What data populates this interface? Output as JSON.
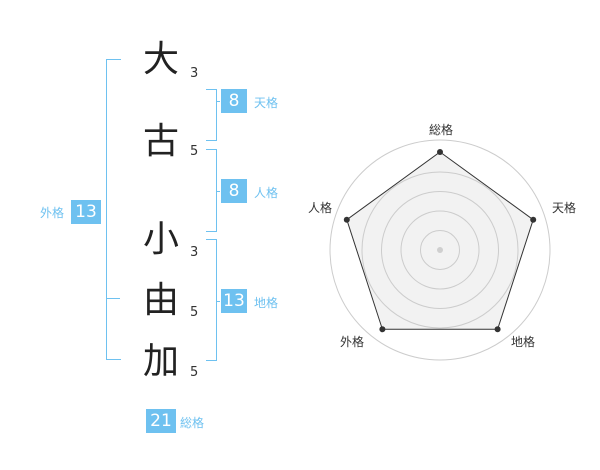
{
  "name_chars": [
    {
      "char": "大",
      "strokes": "3"
    },
    {
      "char": "古",
      "strokes": "5"
    },
    {
      "char": "小",
      "strokes": "3"
    },
    {
      "char": "由",
      "strokes": "5"
    },
    {
      "char": "加",
      "strokes": "5"
    }
  ],
  "kaku": {
    "ten": {
      "value": "8",
      "label": "天格"
    },
    "jin": {
      "value": "8",
      "label": "人格"
    },
    "chi": {
      "value": "13",
      "label": "地格"
    },
    "gai": {
      "value": "13",
      "label": "外格"
    },
    "sou": {
      "value": "21",
      "label": "総格"
    }
  },
  "radar": {
    "axes": [
      "総格",
      "天格",
      "地格",
      "外格",
      "人格"
    ],
    "values": [
      1.0,
      1.0,
      1.0,
      1.0,
      1.0
    ],
    "rings": 4
  },
  "colors": {
    "accent": "#6ec1f0",
    "radar_fill": "#f2f2f2",
    "radar_ring": "#cccccc"
  }
}
